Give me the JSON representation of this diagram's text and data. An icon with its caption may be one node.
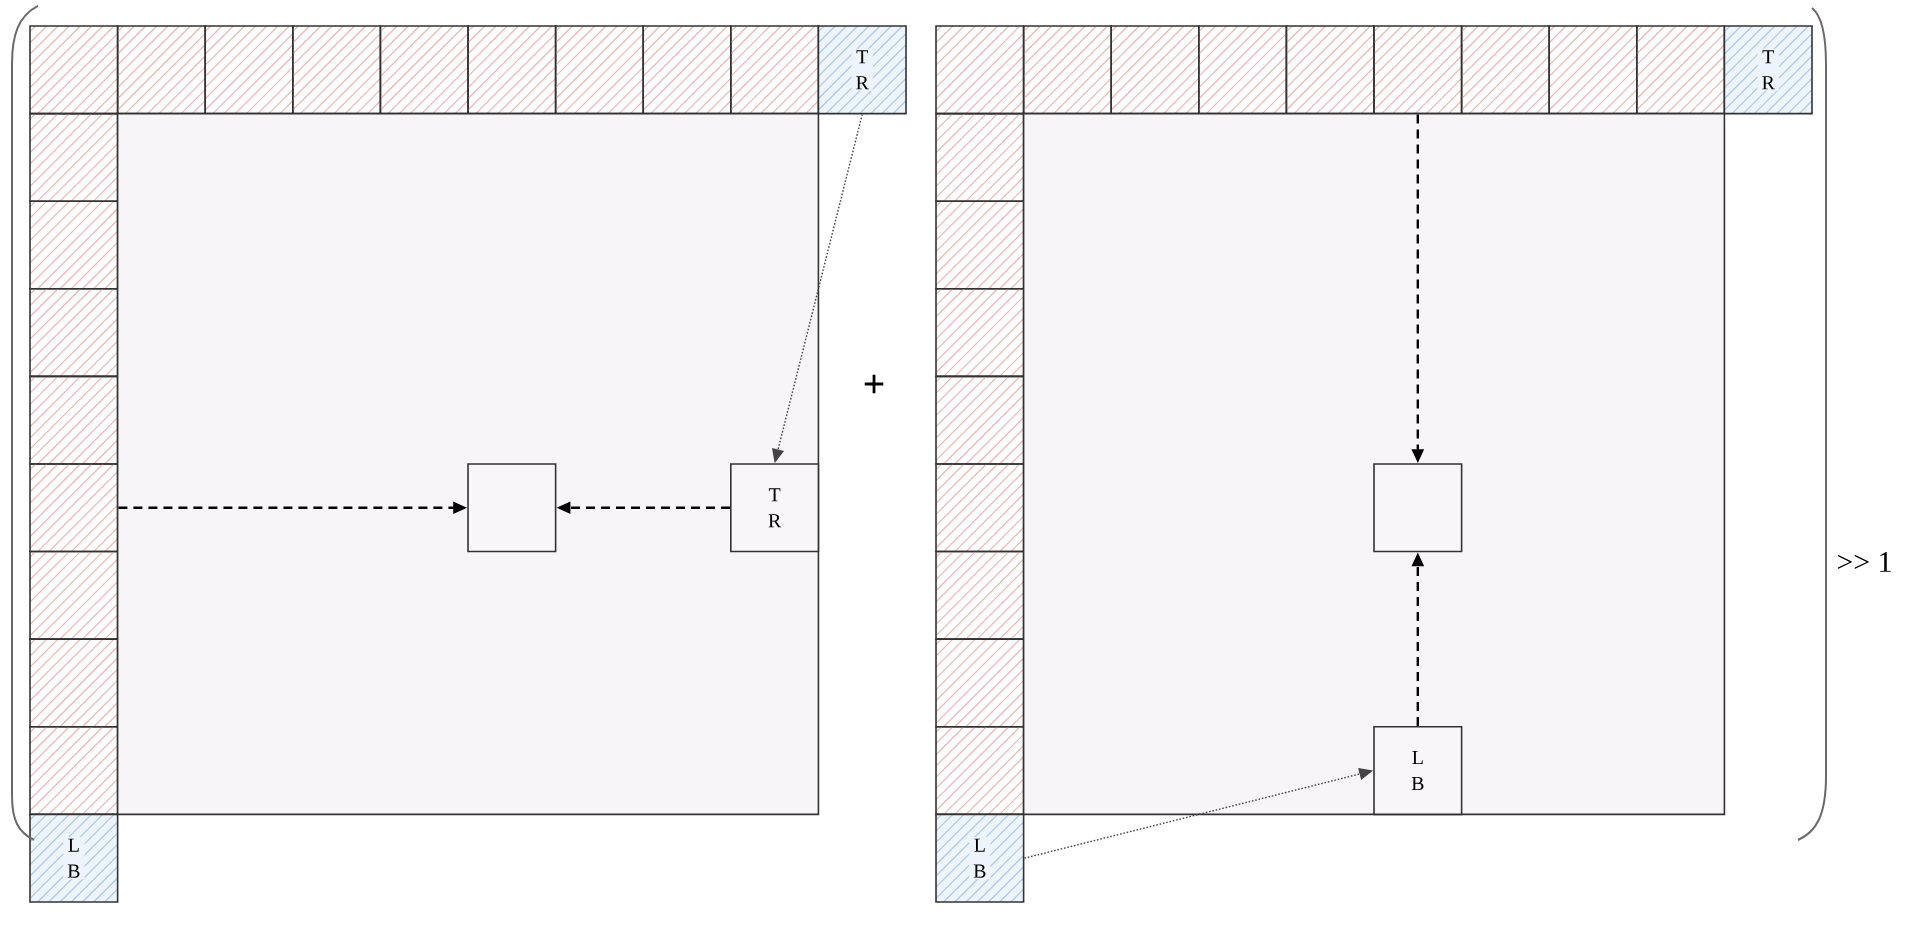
{
  "diagram": {
    "nodes": [
      {
        "text": [],
        "shape": "box"
      },
      {
        "text": [],
        "shape": "box"
      },
      {
        "text": [],
        "shape": "box"
      },
      {
        "text": [],
        "shape": "box"
      },
      {
        "text": [],
        "shape": "box"
      },
      {
        "text": [],
        "shape": "box"
      },
      {
        "text": [],
        "shape": "box"
      },
      {
        "text": [],
        "shape": "box"
      },
      {
        "text": [],
        "shape": "box"
      },
      {
        "text": [
          "T R"
        ]
      },
      {
        "text": [],
        "shape": "box"
      },
      {
        "text": [],
        "shape": "box"
      },
      {
        "text": [],
        "shape": "box"
      },
      {
        "text": [],
        "shape": "box"
      },
      {
        "text": [],
        "shape": "box"
      },
      {
        "text": [],
        "shape": "box"
      },
      {
        "text": [],
        "shape": "box"
      },
      {
        "text": [],
        "shape": "box"
      },
      {
        "text": [
          "L B"
        ]
      },
      {
        "text": [],
        "shape": "box"
      },
      {
        "text": [],
        "shape": "box",
        "in": 19
      },
      {
        "text": [
          "T R"
        ],
        "in": 19
      },
      {
        "text": [],
        "shape": "box"
      },
      {
        "text": [],
        "shape": "box"
      },
      {
        "text": [],
        "shape": "box"
      },
      {
        "text": [],
        "shape": "box"
      },
      {
        "text": [],
        "shape": "box"
      },
      {
        "text": [],
        "shape": "box"
      },
      {
        "text": [],
        "shape": "box"
      },
      {
        "text": [],
        "shape": "box"
      },
      {
        "text": [],
        "shape": "box"
      },
      {
        "text": [
          "T R"
        ]
      },
      {
        "text": [],
        "shape": "box"
      },
      {
        "text": [],
        "shape": "box"
      },
      {
        "text": [],
        "shape": "box"
      },
      {
        "text": [],
        "shape": "box"
      },
      {
        "text": [],
        "shape": "box"
      },
      {
        "text": [],
        "shape": "box"
      },
      {
        "text": [],
        "shape": "box"
      },
      {
        "text": [],
        "shape": "box"
      },
      {
        "text": [
          "L B"
        ]
      },
      {
        "text": [],
        "shape": "box"
      },
      {
        "text": [],
        "shape": "box",
        "in": 41
      },
      {
        "text": [
          "L B"
        ],
        "in": 41
      }
    ],
    "edges": [
      {
        "from": 9,
        "to": 21,
        "arrow": "to"
      },
      {
        "from": 14,
        "to": 20,
        "arrow": "to",
        "style": "dashed"
      },
      {
        "from": 21,
        "to": 20,
        "arrow": "to",
        "style": "dashed"
      },
      {
        "from": 27,
        "to": 42,
        "arrow": "to",
        "style": "dashed"
      },
      {
        "from": 43,
        "to": 42,
        "arrow": "to",
        "style": "dashed"
      },
      {
        "from": 40,
        "to": 43,
        "arrow": "to"
      }
    ],
    "labels": [
      "+",
      ">> 1"
    ]
  }
}
